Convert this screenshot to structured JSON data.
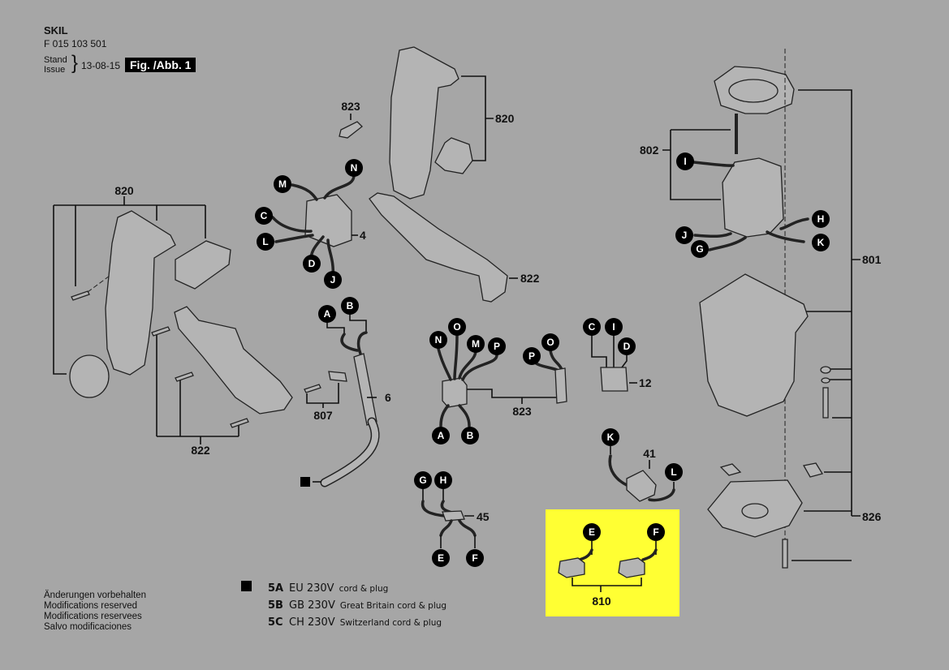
{
  "header": {
    "brand": "SKIL",
    "part_number": "F 015 103 501",
    "stand_label": "Stand",
    "issue_label": "Issue",
    "date": "13-08-15",
    "figure": "Fig. /Abb. 1"
  },
  "notes": [
    "Änderungen vorbehalten",
    "Modifications reserved",
    "Modifications reservees",
    "Salvo modificaciones"
  ],
  "cord_legend": [
    {
      "code": "5A",
      "voltage": "EU 230V",
      "description": "cord & plug"
    },
    {
      "code": "5B",
      "voltage": "GB 230V",
      "description": "Great Britain cord & plug"
    },
    {
      "code": "5C",
      "voltage": "CH 230V",
      "description": "Switzerland cord & plug"
    }
  ],
  "highlight_color": "#ffff33",
  "part_labels": {
    "p820_left": "820",
    "p822_left": "822",
    "p823_top": "823",
    "p4": "4",
    "p820_mid": "820",
    "p822_mid": "822",
    "p807": "807",
    "p6": "6",
    "p823_mid": "823",
    "p12": "12",
    "p45": "45",
    "p41": "41",
    "p810": "810",
    "p802": "802",
    "p801": "801",
    "p826": "826"
  },
  "connectors": {
    "switch_M": "M",
    "switch_N": "N",
    "switch_C": "C",
    "switch_L": "L",
    "switch_D": "D",
    "switch_J": "J",
    "cord_A": "A",
    "cord_B": "B",
    "term_N": "N",
    "term_O": "O",
    "term_M": "M",
    "term_P": "P",
    "term_A": "A",
    "term_B": "B",
    "cap_P": "P",
    "cap_O": "O",
    "supp_C": "C",
    "supp_I": "I",
    "supp_D": "D",
    "conn_G": "G",
    "conn_H": "H",
    "conn_E": "E",
    "conn_F": "F",
    "choke_K": "K",
    "choke_L": "L",
    "plug_E": "E",
    "plug_F": "F",
    "field_I": "I",
    "field_J": "J",
    "field_G": "G",
    "field_H": "H",
    "field_K": "K"
  }
}
